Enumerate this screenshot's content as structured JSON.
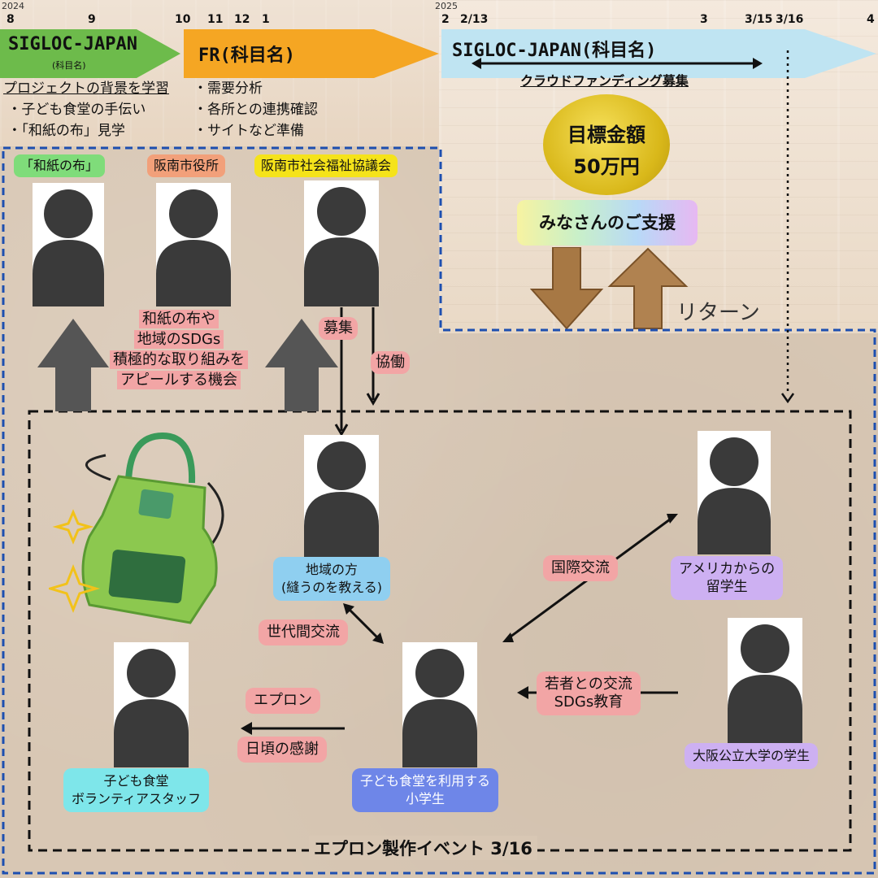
{
  "timeline": {
    "year_start": "2024",
    "year_end": "2025",
    "months": [
      "8",
      "9",
      "10",
      "11",
      "12",
      "1",
      "2",
      "2/13",
      "3",
      "3/15",
      "3/16",
      "4"
    ],
    "phases": [
      {
        "title": "SIGLOC-JAPAN",
        "sub": "(科目名)",
        "color": "#6dbb4b"
      },
      {
        "title": "FR(科目名)",
        "color": "#f5a623"
      },
      {
        "title": "SIGLOC-JAPAN(科目名)",
        "color": "#bfe4f2"
      }
    ],
    "crowdfunding_label": "クラウドファンディング募集"
  },
  "phase1_items": {
    "heading": "プロジェクトの背景を学習",
    "items": [
      "子ども食堂の手伝い",
      "「和紙の布」見学"
    ]
  },
  "phase2_items": {
    "items": [
      "需要分析",
      "各所との連携確認",
      "サイトなど準備"
    ]
  },
  "goal": {
    "label": "目標金額",
    "amount": "50万円"
  },
  "support_label": "みなさんのご支援",
  "return_label": "リターン",
  "partners": [
    {
      "label": "「和紙の布」",
      "color": "#7fdc7a"
    },
    {
      "label": "阪南市役所",
      "color": "#f2a07a"
    },
    {
      "label": "阪南市社会福祉協議会",
      "color": "#f5e31a"
    }
  ],
  "partner_benefit": [
    "和紙の布や",
    "地域のSDGs",
    "積極的な取り組みを",
    "アピールする機会"
  ],
  "recruit_label": "募集",
  "collab_label": "協働",
  "event": {
    "title": "エプロン製作イベント 3/16",
    "local": [
      "地域の方",
      "(縫うのを教える)"
    ],
    "intergen": "世代間交流",
    "intl": "国際交流",
    "us_students": [
      "アメリカからの",
      "留学生"
    ],
    "youth": [
      "若者との交流",
      "SDGs教育"
    ],
    "osaka_students": "大阪公立大学の学生",
    "kids": [
      "子ども食堂を利用する",
      "小学生"
    ],
    "apron": "エプロン",
    "thanks": "日頃の感謝",
    "volunteers": [
      "子ども食堂",
      "ボランティアスタッフ"
    ]
  }
}
